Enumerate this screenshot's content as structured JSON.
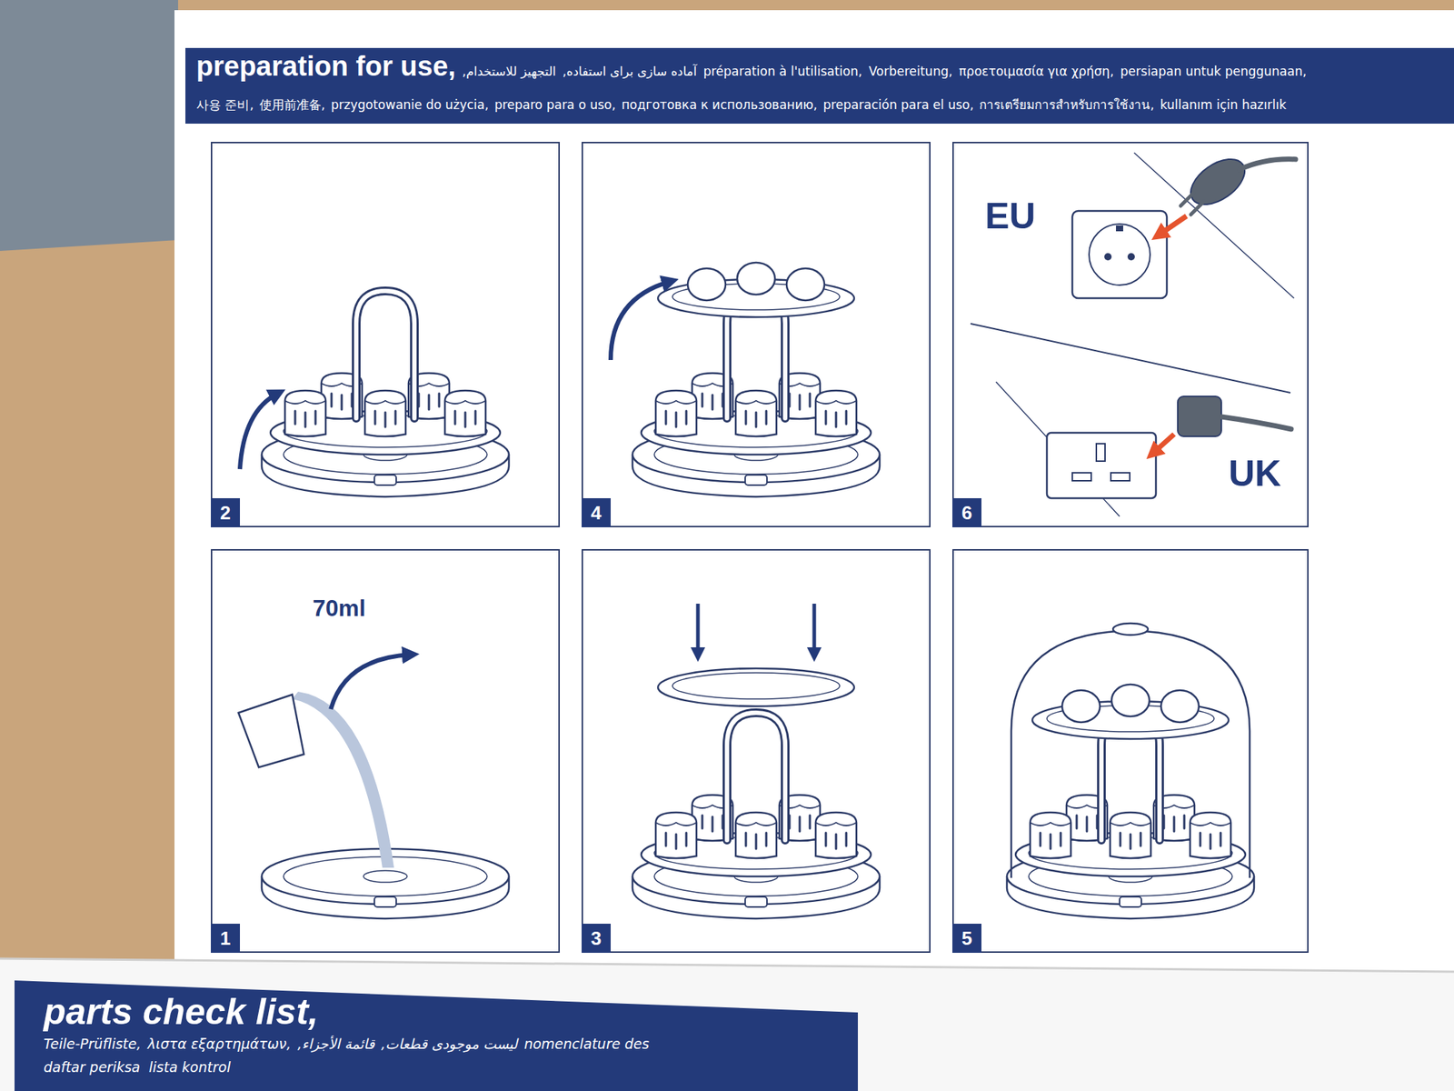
{
  "diagram": {
    "title": "preparation for use,",
    "nodes": [
      {
        "text": [
          "1"
        ]
      },
      {
        "text": [
          "2"
        ]
      },
      {
        "text": [
          "3"
        ]
      },
      {
        "text": [
          "4"
        ]
      },
      {
        "text": [
          "5"
        ]
      },
      {
        "text": [
          "6"
        ]
      }
    ],
    "labels": [
      "التجهيز للاستخدام,",
      "آماده سازی برای استفاده,",
      "préparation à l'utilisation,",
      "Vorbereitung,",
      "προετοιμασία για χρήση,",
      "persiapan untuk penggunaan,",
      "사용 준비,",
      "使用前准备,",
      "przygotowanie do użycia,",
      "preparo para o uso,",
      "подготовка к использованию,",
      "preparación para el uso,",
      "การเตรียมการสำหรับการใช้งาน,",
      "kullanım için hazırlık",
      "70ml",
      "EU",
      "UK",
      "parts check list,",
      "Teile-Prüfliste,",
      "λιστα εξαρτημάτων,",
      "قائمة الأجزاء,",
      "لیست موجودی قطعات,",
      "nomenclature des",
      "daftar periksa",
      "lista kontrol"
    ]
  }
}
